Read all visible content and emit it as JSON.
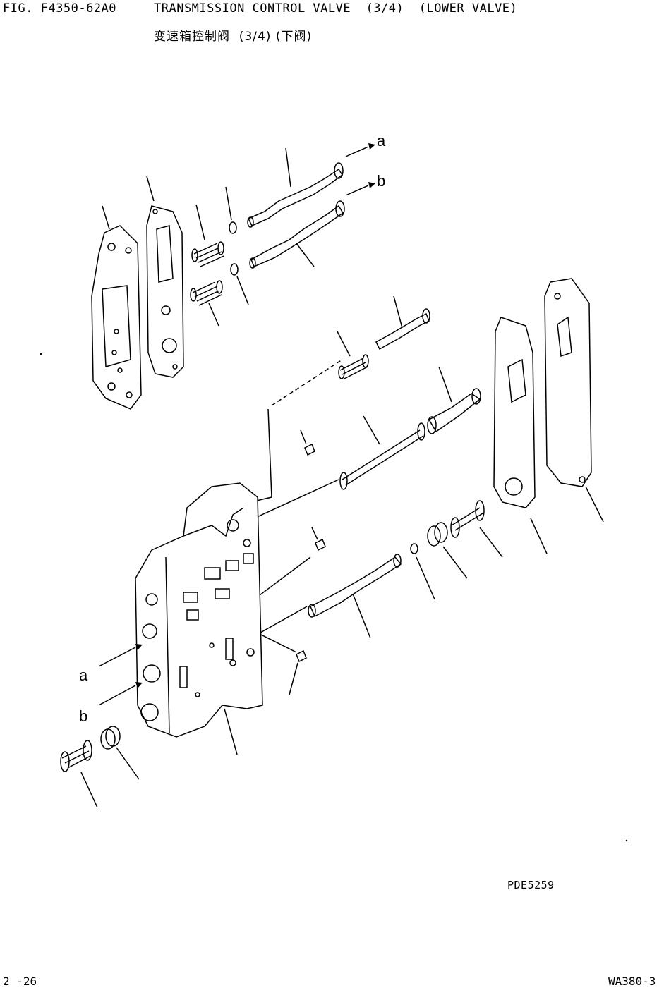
{
  "header": {
    "figure_no": "FIG. F4350-62A0",
    "title_en": "TRANSMISSION CONTROL VALVE  (3/4)  (LOWER VALVE)",
    "title_cn": "变速箱控制阀  (3/4) (下阀)"
  },
  "drawing": {
    "flow_labels": [
      "a",
      "b"
    ],
    "drawing_code": "PDE5259"
  },
  "footer": {
    "page": "2 -26",
    "model": "WA380-3"
  }
}
